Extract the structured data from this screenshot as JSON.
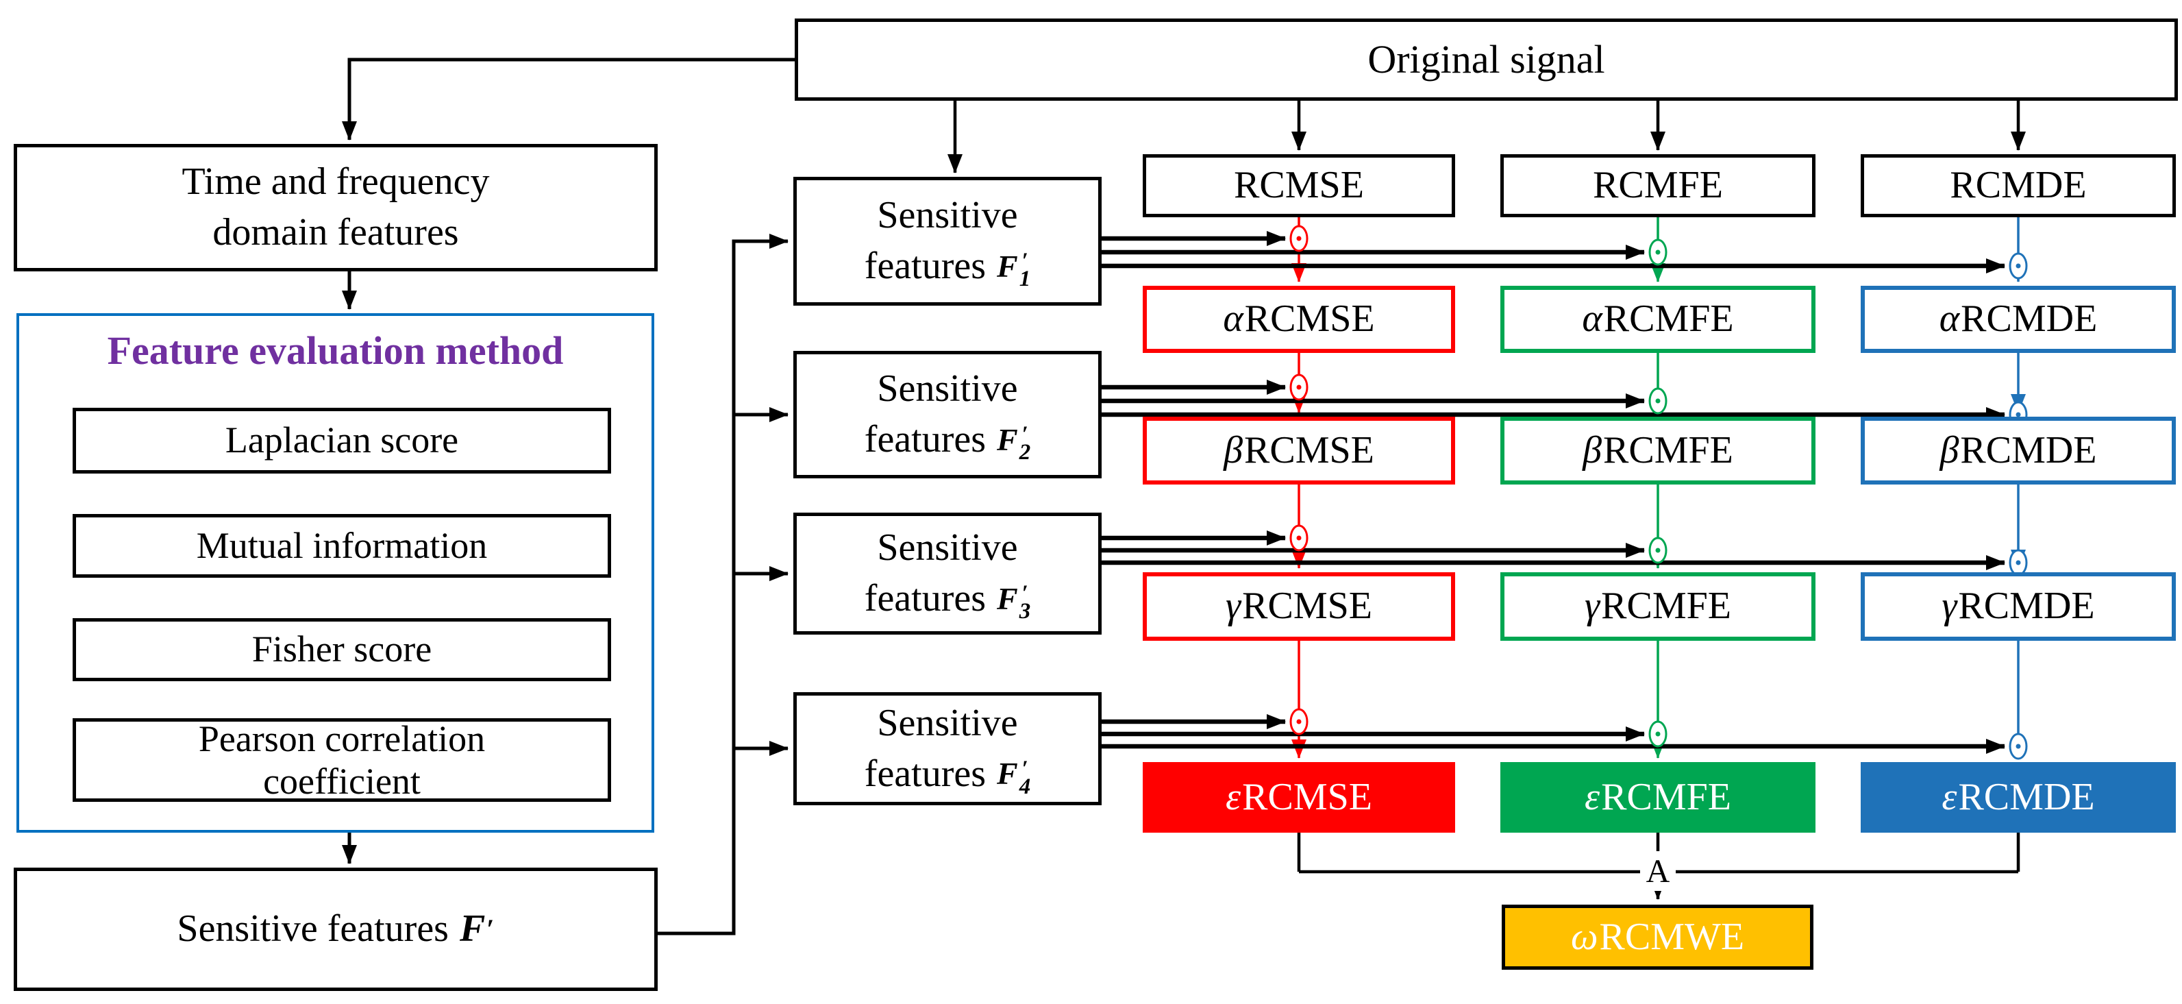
{
  "colors": {
    "red": "#FF0000",
    "green": "#00A651",
    "blue": "#1F72B8",
    "gold": "#FFC000",
    "purple": "#7030A0",
    "frame_blue": "#0070C0",
    "line_black": "#000000"
  },
  "original_signal": {
    "label": "Original signal"
  },
  "time_frequency": {
    "line1": "Time and frequency",
    "line2": "domain features"
  },
  "feature_evaluation": {
    "title": "Feature evaluation method",
    "items": [
      "Laplacian score",
      "Mutual information",
      "Fisher score",
      "Pearson correlation",
      "coefficient"
    ]
  },
  "sensitive_overall": {
    "label": "Sensitive features",
    "symbol": "F",
    "prime": "′"
  },
  "sensitive_sets": [
    {
      "line1": "Sensitive",
      "line2": "features",
      "symbol": "F",
      "prime": "′",
      "index": "1"
    },
    {
      "line1": "Sensitive",
      "line2": "features",
      "symbol": "F",
      "prime": "′",
      "index": "2"
    },
    {
      "line1": "Sensitive",
      "line2": "features",
      "symbol": "F",
      "prime": "′",
      "index": "3"
    },
    {
      "line1": "Sensitive",
      "line2": "features",
      "symbol": "F",
      "prime": "′",
      "index": "4"
    }
  ],
  "columns": {
    "rcmse": "RCMSE",
    "rcmfe": "RCMFE",
    "rcmde": "RCMDE"
  },
  "cells": {
    "alpha_rcmse": {
      "greek": "α",
      "suffix": "RCMSE"
    },
    "alpha_rcmfe": {
      "greek": "α",
      "suffix": "RCMFE"
    },
    "alpha_rcmde": {
      "greek": "α",
      "suffix": "RCMDE"
    },
    "beta_rcmse": {
      "greek": "β",
      "suffix": "RCMSE"
    },
    "beta_rcmfe": {
      "greek": "β",
      "suffix": "RCMFE"
    },
    "beta_rcmde": {
      "greek": "β",
      "suffix": "RCMDE"
    },
    "gamma_rcmse": {
      "greek": "γ",
      "suffix": "RCMSE"
    },
    "gamma_rcmfe": {
      "greek": "γ",
      "suffix": "RCMFE"
    },
    "gamma_rcmde": {
      "greek": "γ",
      "suffix": "RCMDE"
    },
    "epsilon_rcmse": {
      "greek": "ε",
      "suffix": "RCMSE"
    },
    "epsilon_rcmfe": {
      "greek": "ε",
      "suffix": "RCMFE"
    },
    "epsilon_rcmde": {
      "greek": "ε",
      "suffix": "RCMDE"
    }
  },
  "fusion": {
    "greek": "ω",
    "suffix": "RCMWE"
  },
  "junction": {
    "label": "A"
  },
  "operator_icon": "circle-dot-multiply"
}
